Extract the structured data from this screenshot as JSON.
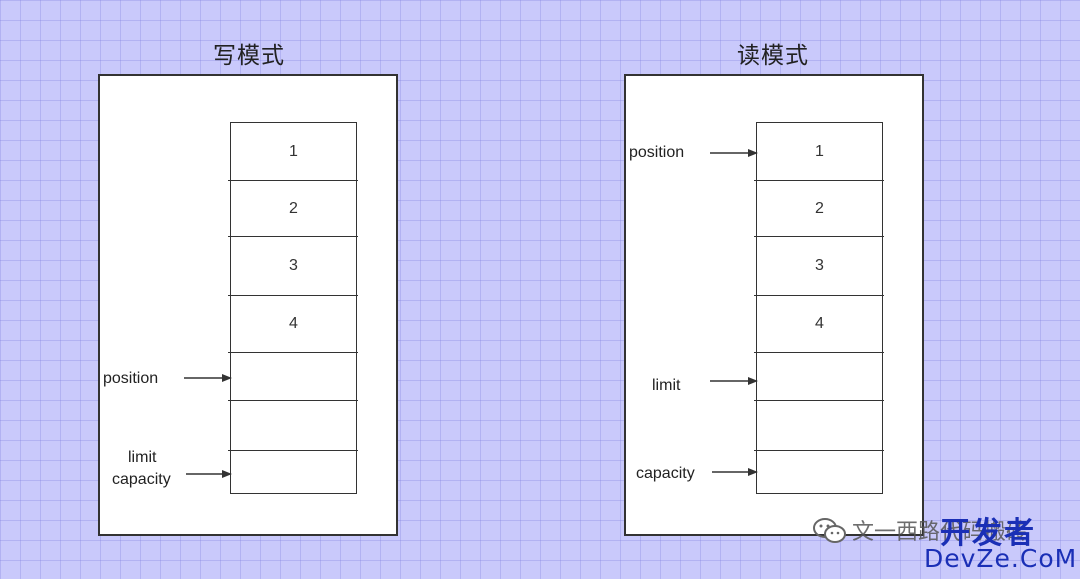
{
  "write_mode": {
    "title": "写模式",
    "cells": [
      "1",
      "2",
      "3",
      "4",
      "",
      "",
      ""
    ],
    "pointers": {
      "position": "position",
      "limit": "limit",
      "capacity": "capacity"
    }
  },
  "read_mode": {
    "title": "读模式",
    "cells": [
      "1",
      "2",
      "3",
      "4",
      "",
      "",
      ""
    ],
    "pointers": {
      "position": "position",
      "limit": "limit",
      "capacity": "capacity"
    }
  },
  "watermark": {
    "account": "文一西路代码搬砖",
    "brand_line1": "开发者",
    "brand_line2": "DevZe.CoM",
    "icon": "wechat-icon"
  },
  "colors": {
    "background": "#c9c9fb",
    "panel": "#ffffff",
    "stroke": "#333333",
    "brand": "#1a2fb6"
  }
}
